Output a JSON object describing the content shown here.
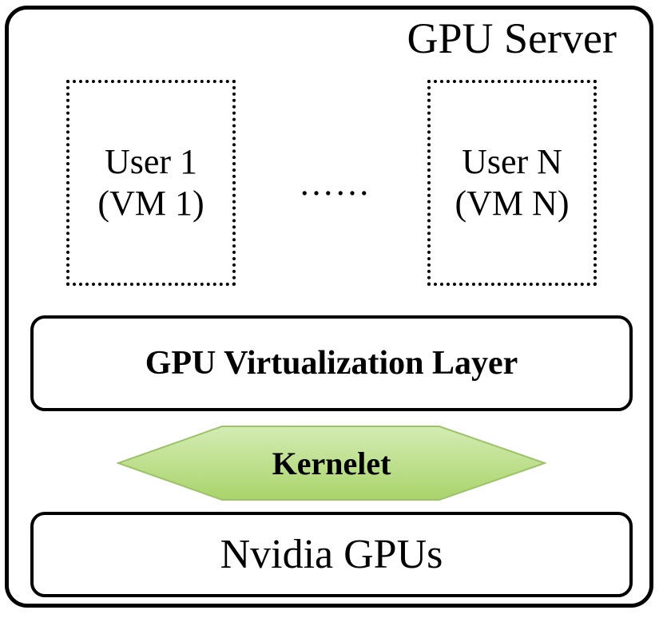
{
  "server": {
    "title": "GPU Server"
  },
  "vms": [
    {
      "line1": "User 1",
      "line2": "(VM 1)"
    },
    {
      "line1": "User N",
      "line2": "(VM N)"
    }
  ],
  "ellipsis": "……",
  "virtualization_layer": {
    "label": "GPU Virtualization Layer"
  },
  "kernelet": {
    "label": "Kernelet",
    "fill_top": "#d4ecb4",
    "fill_bottom": "#a9d46a",
    "stroke": "#9cc36a"
  },
  "gpus": {
    "label": "Nvidia GPUs"
  }
}
